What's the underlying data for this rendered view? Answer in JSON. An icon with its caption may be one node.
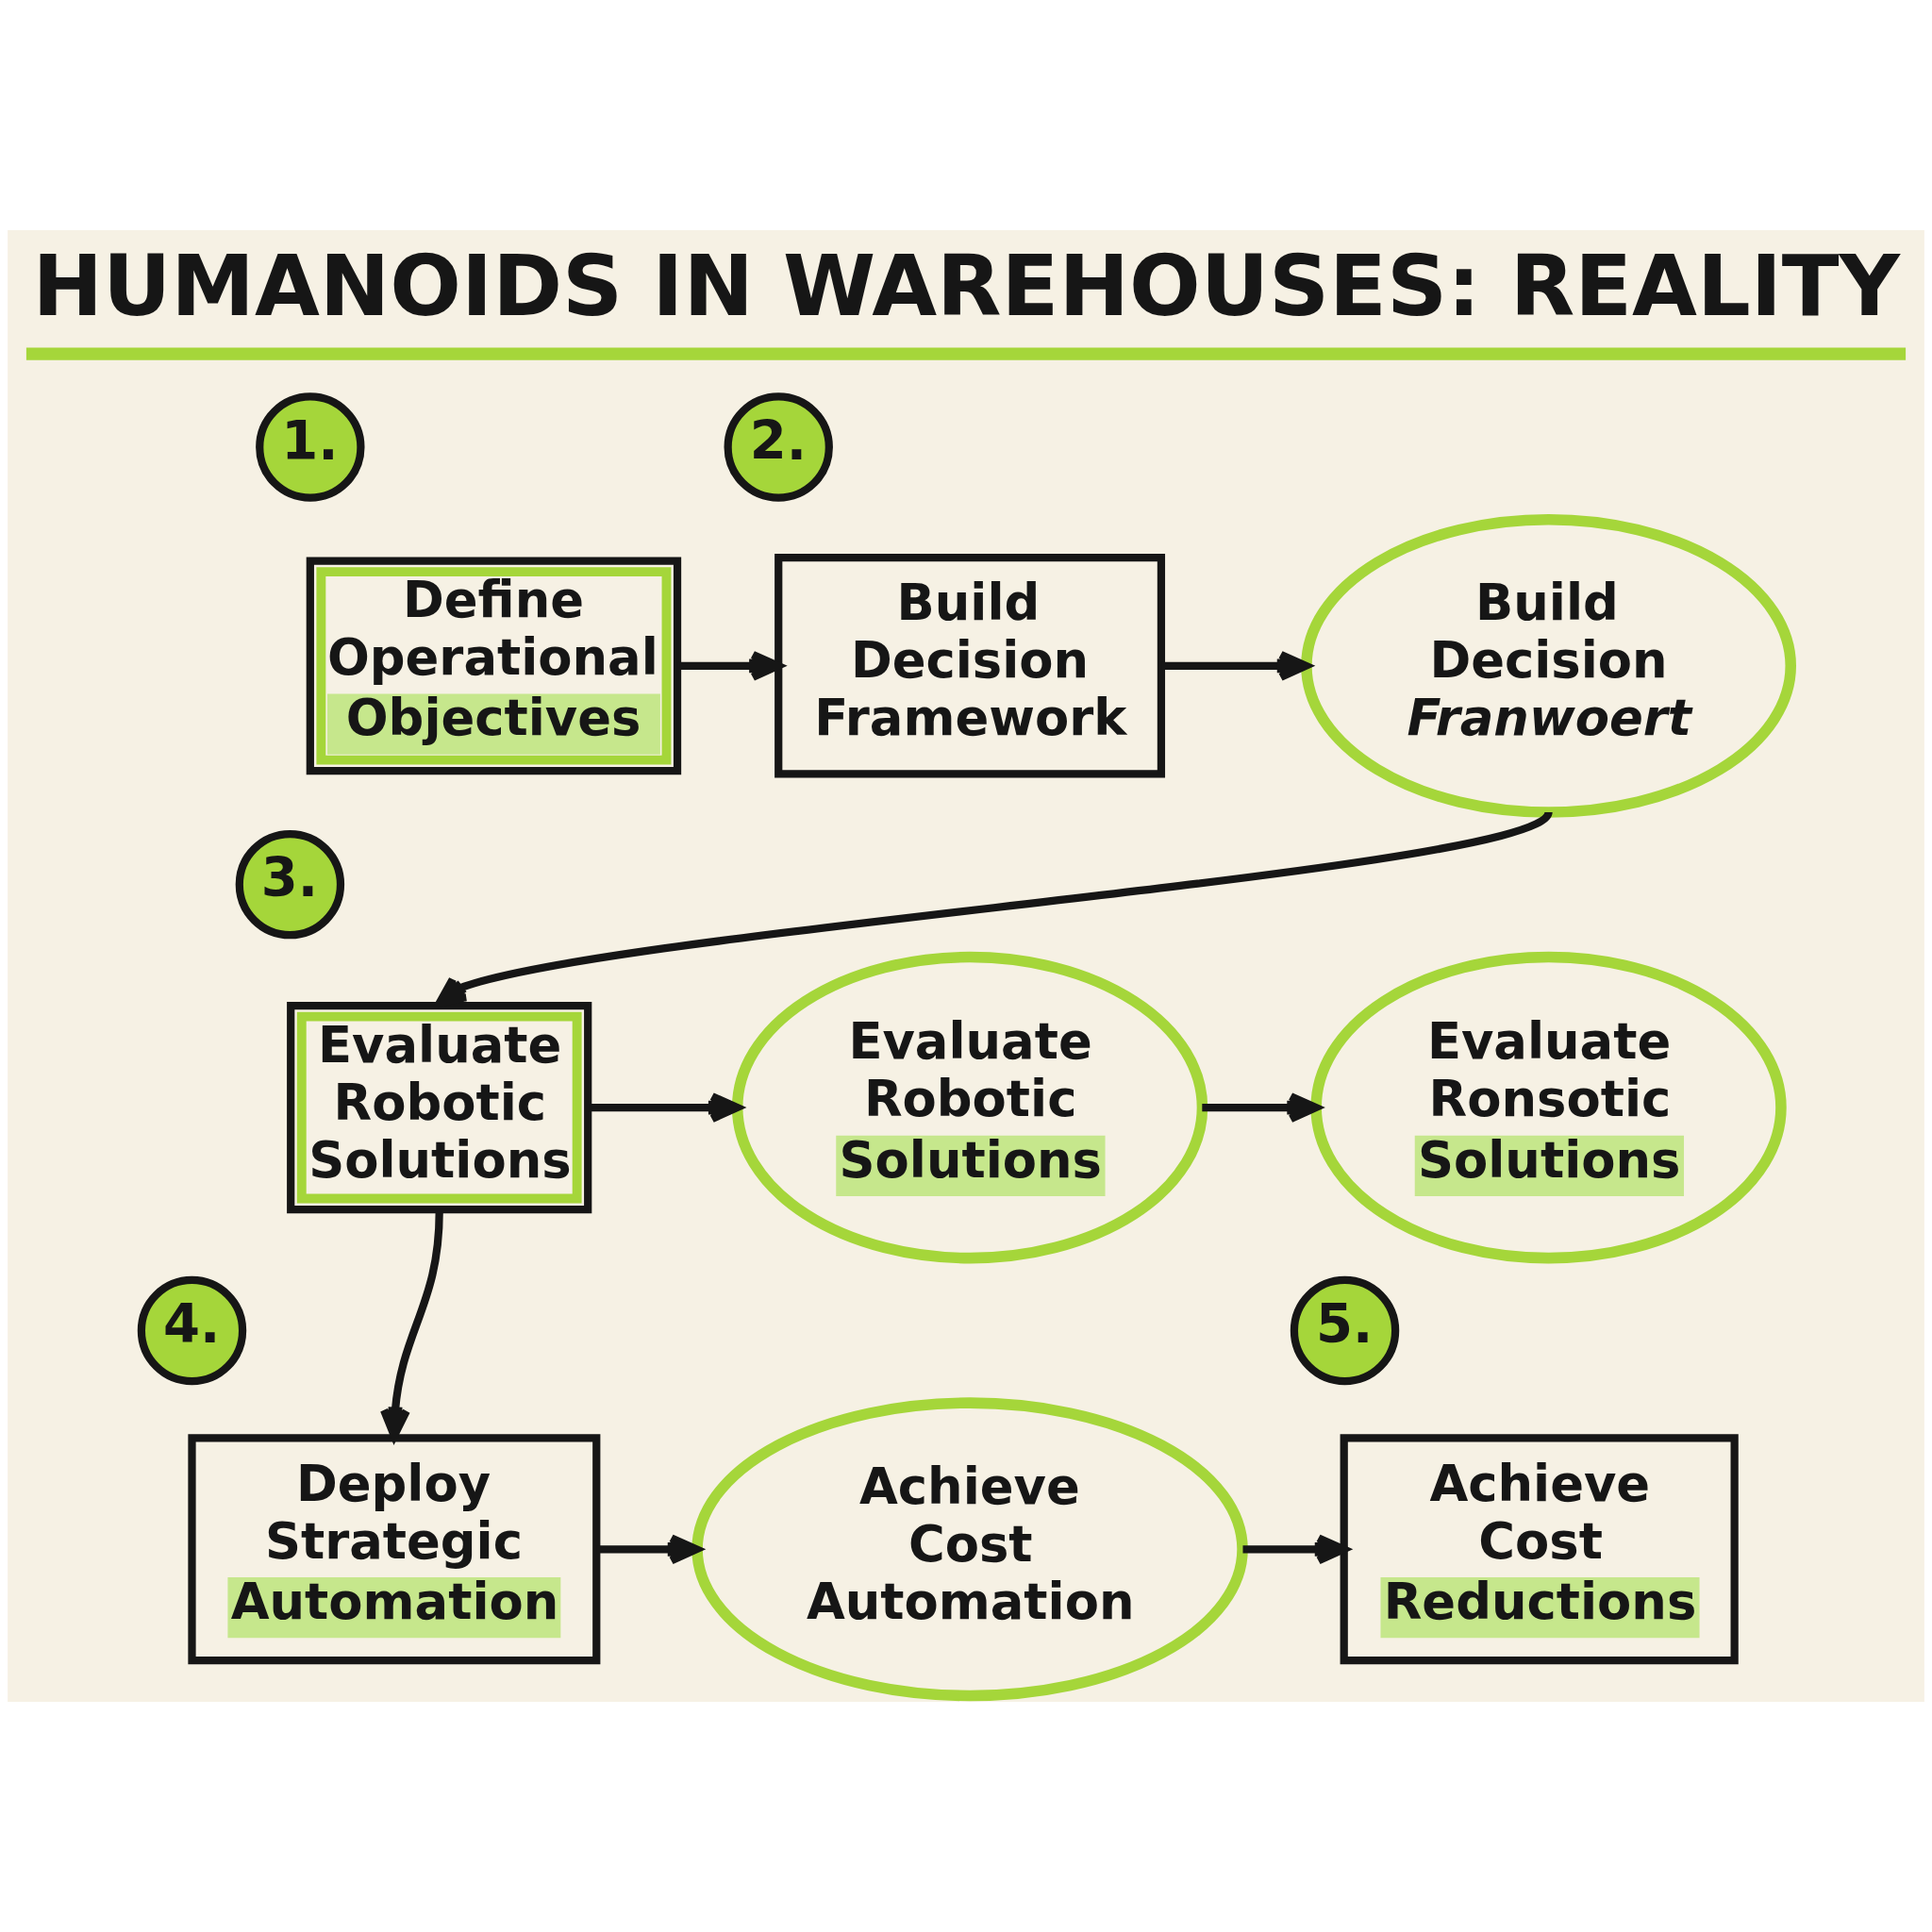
{
  "diagram": {
    "title": "HUMANOIDS IN WAREHOUSES: REALITY",
    "nodes": [
      {
        "text": [
          "1."
        ]
      },
      {
        "text": [
          "Define Operational Objectives"
        ]
      },
      {
        "text": [
          "2."
        ]
      },
      {
        "text": [
          "Build Decision Framework"
        ]
      },
      {
        "text": [
          "Build Decision Franwoert"
        ]
      },
      {
        "text": [
          "3."
        ]
      },
      {
        "text": [
          "Evaluate Robotic Solutions"
        ]
      },
      {
        "text": [
          "Evaluate Robotic Solutions"
        ]
      },
      {
        "text": [
          "Evaluate Ronsotic Solutions"
        ]
      },
      {
        "text": [
          "4."
        ]
      },
      {
        "text": [
          "Deploy Strategic Automation"
        ]
      },
      {
        "text": [
          "Achieve Cost Automation"
        ]
      },
      {
        "text": [
          "5."
        ]
      },
      {
        "text": [
          "Achieve Cost Reductions"
        ]
      }
    ],
    "edges": [
      {
        "from": 1,
        "to": 3,
        "arrow": "to"
      },
      {
        "from": 3,
        "to": 4,
        "arrow": "to"
      },
      {
        "from": 4,
        "to": 6,
        "arrow": "to"
      },
      {
        "from": 6,
        "to": 7,
        "arrow": "to"
      },
      {
        "from": 7,
        "to": 8,
        "arrow": "to"
      },
      {
        "from": 6,
        "to": 10,
        "arrow": "to"
      },
      {
        "from": 10,
        "to": 11,
        "arrow": "to"
      },
      {
        "from": 11,
        "to": 13,
        "arrow": "to"
      }
    ]
  }
}
